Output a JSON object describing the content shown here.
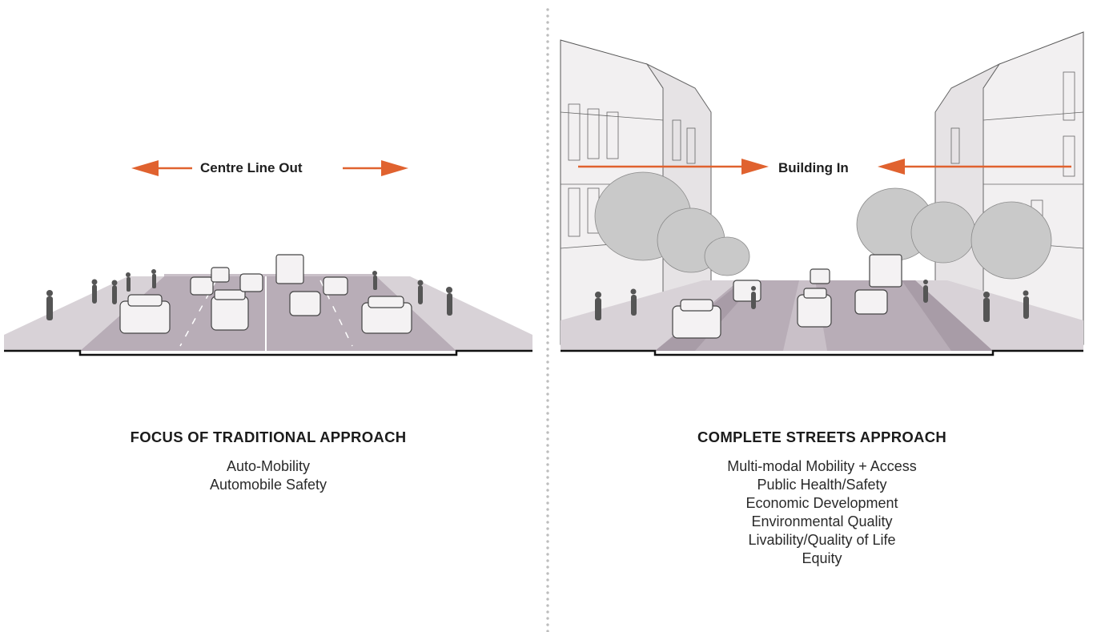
{
  "left": {
    "arrow_label": "Centre Line Out",
    "title": "FOCUS OF TRADITIONAL APPROACH",
    "items": [
      "Auto-Mobility",
      "Automobile Safety"
    ]
  },
  "right": {
    "arrow_label": "Building In",
    "title": "COMPLETE STREETS APPROACH",
    "items": [
      "Multi-modal Mobility + Access",
      "Public Health/Safety",
      "Economic Development",
      "Environmental Quality",
      "Livability/Quality of Life",
      "Equity"
    ]
  },
  "colors": {
    "arrow": "#e0622f",
    "road": "#b9aeb7",
    "sidewalk": "#d6d0d5",
    "divider": "#bdbdbd"
  }
}
